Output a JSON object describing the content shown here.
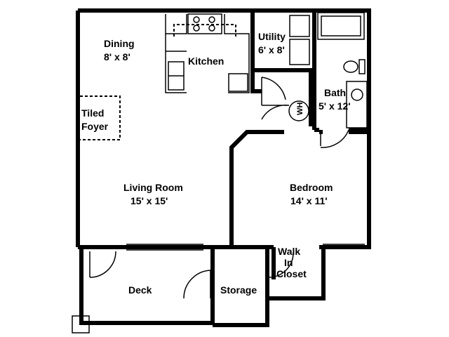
{
  "rooms": {
    "dining": {
      "name": "Dining",
      "size": "8' x 8'"
    },
    "kitchen": {
      "name": "Kitchen"
    },
    "utility": {
      "name": "Utility",
      "size": "6' x 8'"
    },
    "bath": {
      "name": "Bath",
      "size": "5' x 12'"
    },
    "tiled_foyer": {
      "line1": "Tiled",
      "line2": "Foyer"
    },
    "water_heater": {
      "label": "WH"
    },
    "living_room": {
      "name": "Living Room",
      "size": "15' x 15'"
    },
    "bedroom": {
      "name": "Bedroom",
      "size": "14' x 11'"
    },
    "walk_in_closet": {
      "line1": "Walk",
      "line2": "In",
      "line3": "Closet"
    },
    "deck": {
      "name": "Deck"
    },
    "storage": {
      "name": "Storage"
    }
  },
  "colors": {
    "wall": "#000000",
    "background": "#ffffff"
  }
}
